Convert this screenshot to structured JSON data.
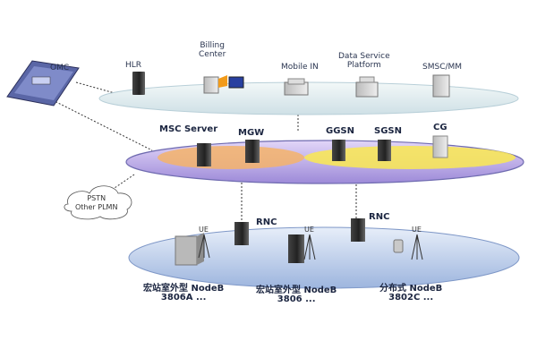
{
  "diagram": {
    "top_layer": {
      "nodes": [
        {
          "id": "hlr",
          "label": "HLR",
          "icon": "server-tower-icon"
        },
        {
          "id": "billing",
          "label": "Billing\nCenter",
          "icon": "billing-workstation-icon"
        },
        {
          "id": "mobile_in",
          "label": "Mobile IN",
          "icon": "rack-server-icon"
        },
        {
          "id": "data_service",
          "label": "Data Service\nPlatform",
          "icon": "rack-server-icon"
        },
        {
          "id": "smsc",
          "label": "SMSC/MM",
          "icon": "cabinet-icon"
        }
      ]
    },
    "omc": {
      "label": "OMC",
      "icon": "omc-console-icon"
    },
    "core_layer": {
      "nodes": [
        {
          "id": "msc_server",
          "label": "MSC Server",
          "icon": "server-tower-icon"
        },
        {
          "id": "mgw",
          "label": "MGW",
          "icon": "server-tower-icon"
        },
        {
          "id": "ggsn",
          "label": "GGSN",
          "icon": "server-tower-icon"
        },
        {
          "id": "sgsn",
          "label": "SGSN",
          "icon": "server-tower-icon"
        },
        {
          "id": "cg",
          "label": "CG",
          "icon": "cabinet-icon"
        }
      ],
      "zone_colors": {
        "cs": "#f5b36a",
        "ps": "#f7e55a"
      }
    },
    "pstn": {
      "label": "PSTN\nOther PLMN",
      "icon": "cloud-icon"
    },
    "access_layer": {
      "rncs": [
        {
          "id": "rnc1",
          "label": "RNC"
        },
        {
          "id": "rnc2",
          "label": "RNC"
        }
      ],
      "nodebs": [
        {
          "id": "nb1",
          "label": "宏站室外型 NodeB\n3806A ..."
        },
        {
          "id": "nb2",
          "label": "宏站室外型 NodeB\n3806 ..."
        },
        {
          "id": "nb3",
          "label": "分布式 NodeB\n3802C ..."
        }
      ],
      "ue_label": "UE"
    },
    "colors": {
      "plane_fill": "#c8d8f0",
      "plane_edge": "#7e97c7",
      "core_fill": "#c6b2ea",
      "core_edge": "#6f6bb0",
      "top_fill": "#e3efef"
    }
  }
}
